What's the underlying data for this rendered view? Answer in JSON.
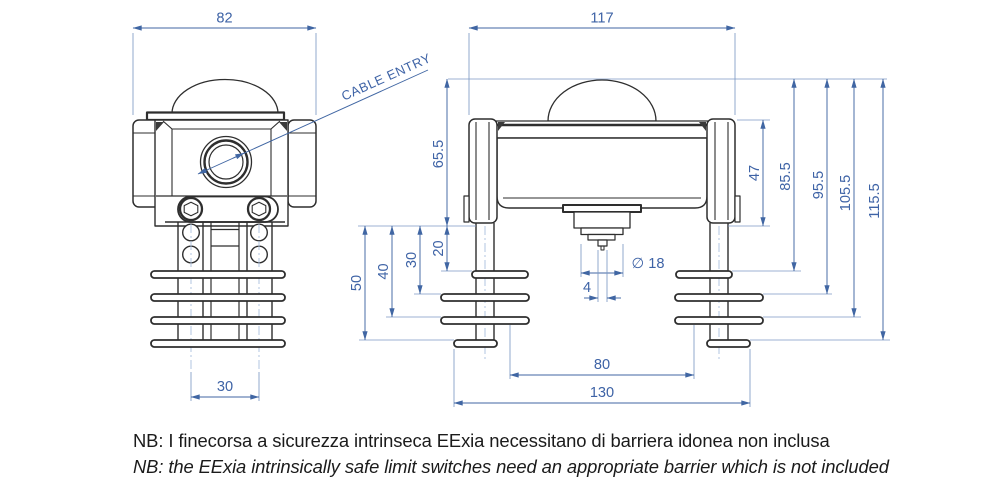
{
  "drawing": {
    "front_view": {
      "dim_width": "82",
      "dim_hole_spacing": "30",
      "cable_entry_label": "CABLE ENTRY"
    },
    "side_view": {
      "dim_width": "117",
      "dim_housing_height": "65.5",
      "dim_cover_side": "47",
      "dim_fin_1": "20",
      "dim_fin_2": "30",
      "dim_fin_3": "40",
      "dim_fin_4": "50",
      "dim_overall_fin_1": "85.5",
      "dim_overall_fin_2": "95.5",
      "dim_overall_fin_3": "105.5",
      "dim_overall_fin_4": "115.5",
      "dim_plunger_diameter": "∅ 18",
      "dim_plunger_slot": "4",
      "dim_fin_inner_span": "80",
      "dim_overall_width": "130"
    },
    "notes": {
      "italian": "NB: I finecorsa a sicurezza intrinseca EExia necessitano di barriera idonea non inclusa",
      "english": "NB: the EExia intrinsically safe limit switches need an appropriate barrier which is not included"
    },
    "colors": {
      "dimension_blue": "#4066a3",
      "centerline_blue": "#aabfde",
      "drawing_line": "#2e2e2e",
      "note_text": "#1b1b1b",
      "background": "#ffffff"
    }
  }
}
